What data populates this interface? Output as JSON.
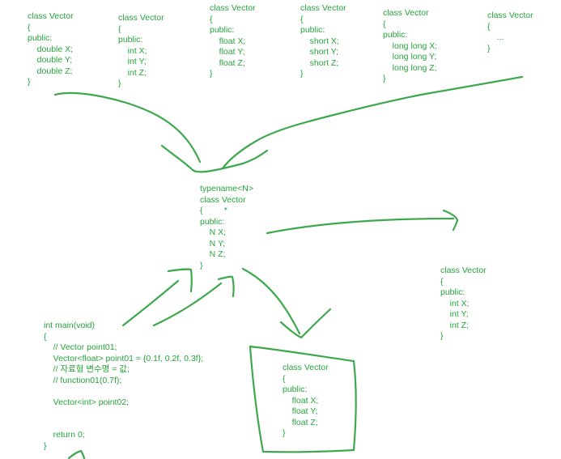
{
  "blocks": {
    "class_double": "class Vector\n{\npublic:\n    double X;\n    double Y;\n    double Z;\n}",
    "class_int_top": "class Vector\n{\npublic:\n    int X;\n    int Y;\n    int Z;\n}",
    "class_float_top": "class Vector\n{\npublic:\n    float X;\n    float Y;\n    float Z;\n}",
    "class_short": "class Vector\n{\npublic:\n    short X;\n    short Y;\n    short Z;\n}",
    "class_longlong": "class Vector\n{\npublic:\n    long long X;\n    long long Y;\n    long long Z;\n}",
    "class_ellipsis": "class Vector\n{\n    ...\n}",
    "template_class": "typename<N>\nclass Vector\n{         *\npublic:\n    N X;\n    N Y;\n    N Z;\n}",
    "class_int_right": "class Vector\n{\npublic:\n    int X;\n    int Y;\n    int Z;\n}",
    "main_func": "int main(void)\n{\n    // Vector point01;\n    Vector<float> point01 = {0.1f, 0.2f, 0.3f};\n    // 자료형 변수명 = 값;\n    // function01(0.7f);\n\n    Vector<int> point02;\n\n\n    return 0;\n}",
    "class_float_boxed": "class Vector\n{\npublic:\n    float X;\n    float Y;\n    float Z;\n}"
  },
  "colors": {
    "text": "#27a33c",
    "stroke": "#3ea84f",
    "background": "#ffffff"
  }
}
